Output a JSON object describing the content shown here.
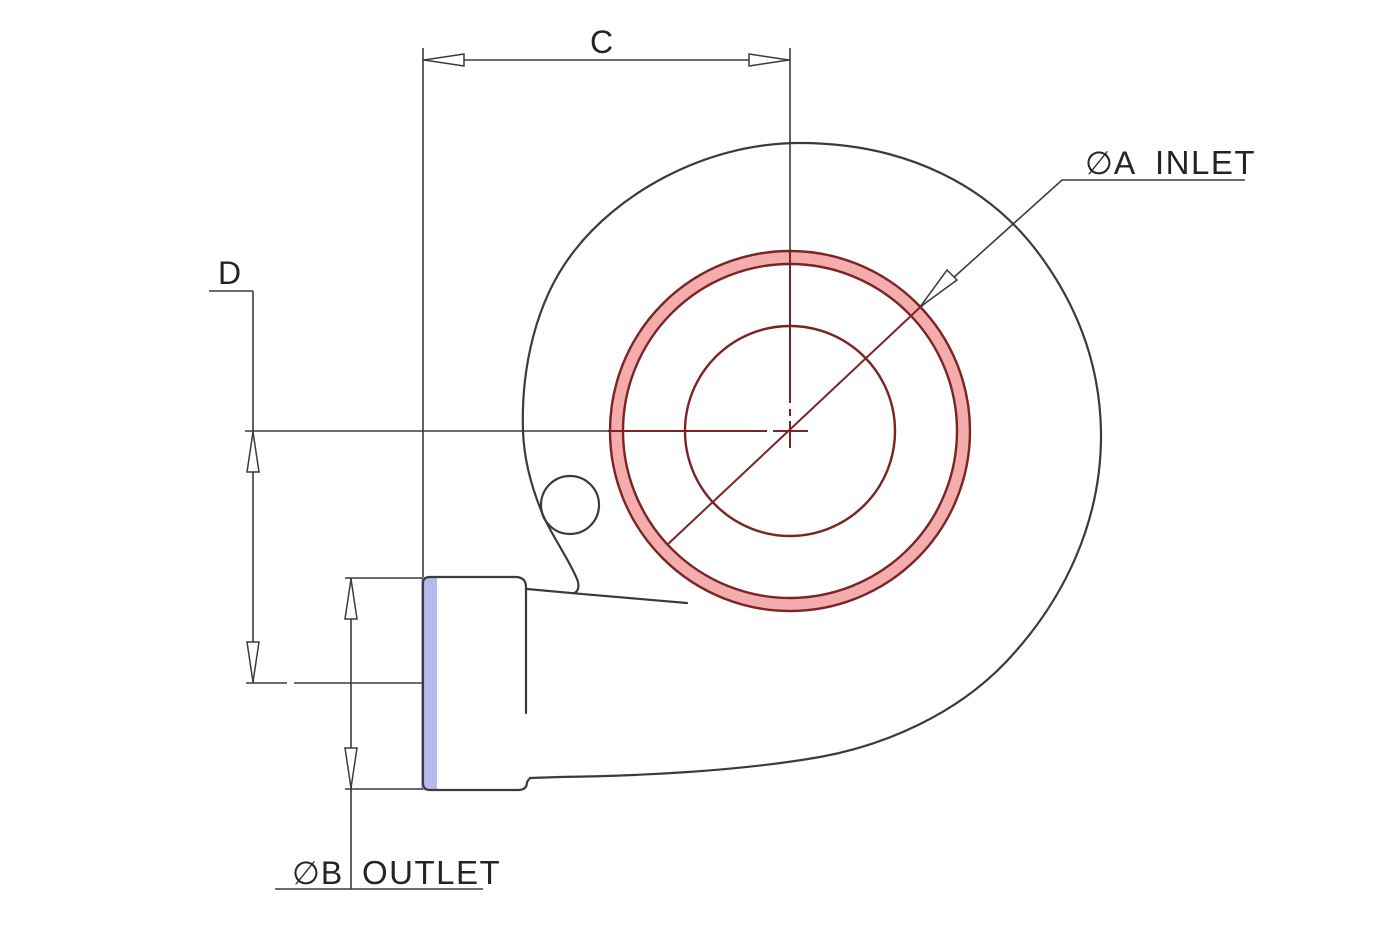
{
  "drawing": {
    "dimension_c": {
      "label": "C"
    },
    "dimension_d": {
      "label": "D"
    },
    "inlet": {
      "diameter_label": "∅A",
      "port_label": "INLET"
    },
    "outlet": {
      "diameter_label": "∅B",
      "port_label": "OUTLET"
    }
  },
  "colors": {
    "inlet_text": "#e80000",
    "outlet_text": "#2a2af0",
    "inlet_highlight": "#f4acac",
    "outlet_highlight": "#b7baef",
    "centerline_maroon": "#7a2424",
    "line_black": "#3b3b3b"
  }
}
